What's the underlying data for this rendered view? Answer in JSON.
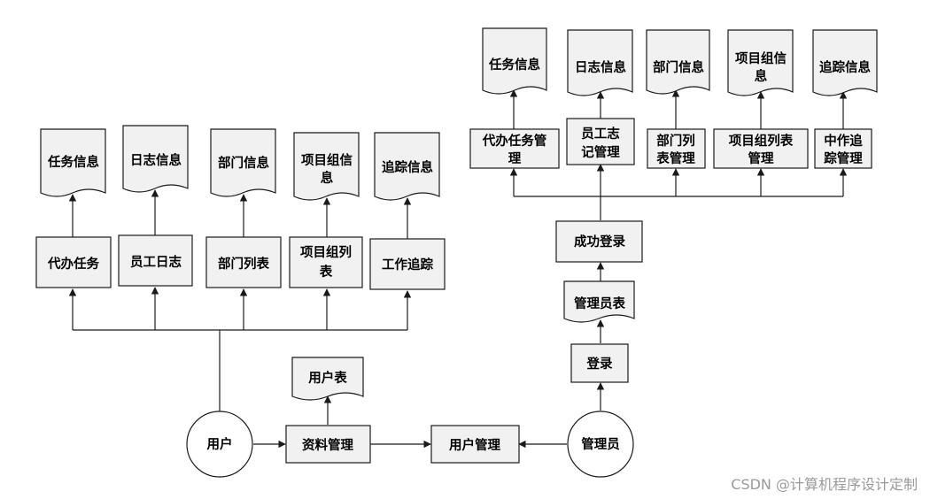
{
  "nodes": {
    "user": "用户",
    "admin": "管理员",
    "data_mgmt": "资料管理",
    "user_mgmt": "用户管理",
    "user_table": "用户表",
    "login": "登录",
    "admin_table": "管理员表",
    "login_success": "成功登录",
    "left_processes": {
      "todo_task": "代办任务",
      "staff_log": "员工日志",
      "dept_list": "部门列表",
      "project_group_list": [
        "项目组列",
        "表"
      ],
      "work_tracking": "工作追踪"
    },
    "left_docs": {
      "task_info": "任务信息",
      "log_info": "日志信息",
      "dept_info": "部门信息",
      "project_group_info": [
        "项目组信",
        "息"
      ],
      "tracking_info": "追踪信息"
    },
    "right_processes": {
      "todo_task_mgmt": [
        "代办任务管",
        "理"
      ],
      "staff_log_mgmt": [
        "员工志",
        "记管理"
      ],
      "dept_list_mgmt": [
        "部门列",
        "表管理"
      ],
      "project_group_list_mgmt": [
        "项目组列表",
        "管理"
      ],
      "tracking_mgmt": [
        "中作追",
        "踪管理"
      ]
    },
    "right_docs": {
      "task_info": "任务信息",
      "log_info": "日志信息",
      "dept_info": "部门信息",
      "project_group_info": [
        "项目组信",
        "息"
      ],
      "tracking_info": "追踪信息"
    }
  },
  "watermark": "CSDN @计算机程序设计定制"
}
